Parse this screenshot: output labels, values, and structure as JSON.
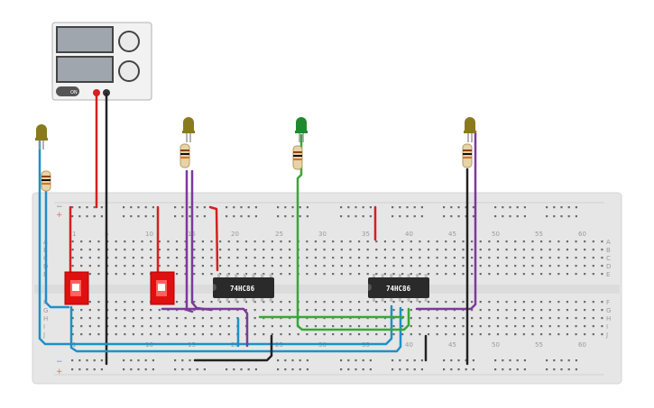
{
  "breadboard": {
    "column_labels_top": [
      "1",
      "5",
      "10",
      "15",
      "20",
      "25",
      "30",
      "35",
      "40",
      "45",
      "50",
      "55",
      "60"
    ],
    "column_labels_bottom": [
      "1",
      "5",
      "10",
      "15",
      "20",
      "25",
      "30",
      "35",
      "40",
      "45",
      "50",
      "55",
      "60"
    ],
    "row_labels_top": [
      "A",
      "B",
      "C",
      "D",
      "E"
    ],
    "row_labels_bottom": [
      "F",
      "G",
      "H",
      "I",
      "J"
    ]
  },
  "chips": [
    {
      "label": "74HC86"
    },
    {
      "label": "74HC86"
    }
  ],
  "power_supply": {
    "on_label": "ON"
  },
  "components": {
    "leds": [
      {
        "name": "led-1",
        "color": "#8a7a1e"
      },
      {
        "name": "led-2",
        "color": "#8a7a1e"
      },
      {
        "name": "led-3",
        "color": "#1e8a2e"
      },
      {
        "name": "led-4",
        "color": "#8a7a1e"
      }
    ],
    "switch_color": "#e01010",
    "wire_colors": {
      "red": "#d42020",
      "black": "#222222",
      "blue": "#1e90c8",
      "purple": "#7b3a9a",
      "green": "#39a739"
    }
  }
}
